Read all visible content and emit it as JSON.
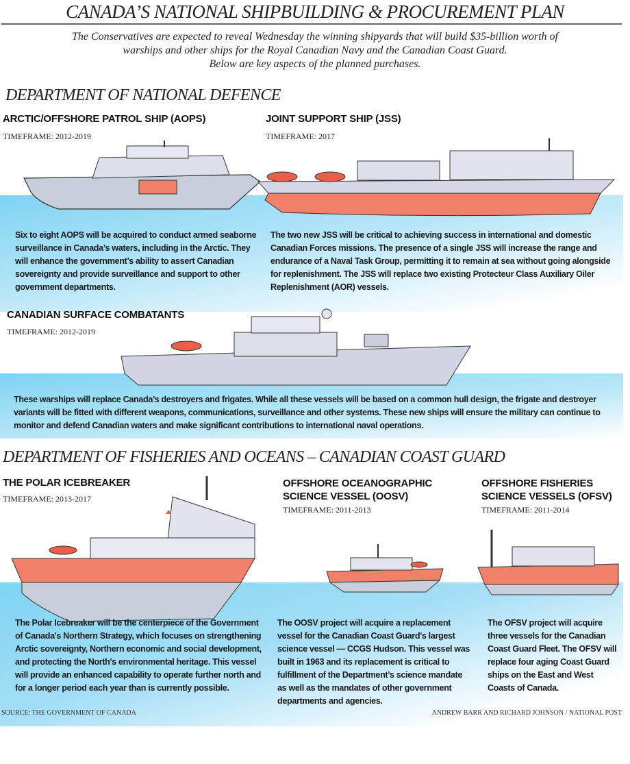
{
  "title": "CANADA’S NATIONAL SHIPBUILDING & PROCUREMENT PLAN",
  "intro": {
    "line1": "The Conservatives are expected to reveal Wednesday the winning shipyards that will build $35-billion worth of",
    "line2": "warships and other ships for the Royal Canadian Navy and the Canadian Coast Guard.",
    "line3": "Below are key aspects of the planned purchases."
  },
  "colors": {
    "water": "#7fd3f3",
    "hull_red": "#f0806a",
    "ship_grey": "#d4d8e6"
  },
  "defence": {
    "heading": "DEPARTMENT OF NATIONAL DEFENCE",
    "aops": {
      "title": "ARCTIC/OFFSHORE PATROL SHIP (AOPS)",
      "timeframe": "TIMEFRAME: 2012-2019",
      "text": "Six to eight AOPS will be acquired to conduct armed seaborne surveillance in Canada’s waters, including in the Arctic. They will enhance the government’s ability to assert Canadian sovereignty and provide surveillance and support to other government departments."
    },
    "jss": {
      "title": "JOINT SUPPORT SHIP (JSS)",
      "timeframe": "TIMEFRAME: 2017",
      "text": "The two new JSS will be critical to achieving success in international and domestic Canadian Forces missions. The presence of a single JSS will increase the range and endurance of a Naval Task Group, permitting it to remain at sea without going alongside for replenishment.  The JSS will replace two existing Protecteur Class Auxiliary Oiler Replenishment (AOR) vessels."
    },
    "csc": {
      "title": "CANADIAN SURFACE COMBATANTS",
      "timeframe": "TIMEFRAME: 2012-2019",
      "text": "These warships will replace Canada’s destroyers and frigates. While all these vessels will be based on a common hull design, the frigate and destroyer variants will be fitted with different weapons, communications, surveillance and other systems.  These new ships will ensure the military can continue to monitor and defend Canadian waters and make significant contributions to international naval operations."
    }
  },
  "fisheries": {
    "heading": "DEPARTMENT OF FISHERIES AND OCEANS – CANADIAN COAST GUARD",
    "polar": {
      "title": "THE POLAR ICEBREAKER",
      "timeframe": "TIMEFRAME: 2013-2017",
      "text": "The Polar Icebreaker will be the centerpiece of the Government of Canada's Northern Strategy, which focuses on strengthening  Arctic sovereignty, Northern economic and social development, and protecting the North's environmental heritage. This vessel will provide an enhanced capability to operate further north and for a longer period each year than is currently possible."
    },
    "oosv": {
      "title_line1": "OFFSHORE OCEANOGRAPHIC",
      "title_line2": "SCIENCE VESSEL (OOSV)",
      "timeframe": "TIMEFRAME: 2011-2013",
      "text": "The OOSV project will acquire a replacement vessel for the Canadian Coast Guard's largest science vessel — CCGS Hudson. This vessel was built in 1963 and its replacement is critical to fulfillment of the Department’s science mandate as well as the mandates of other government departments and agencies."
    },
    "ofsv": {
      "title_line1": "OFFSHORE FISHERIES",
      "title_line2": "SCIENCE VESSELS (OFSV)",
      "timeframe": "TIMEFRAME: 2011-2014",
      "text": "The OFSV project will acquire three vessels for the Canadian Coast Guard Fleet. The OFSV will replace four aging Coast Guard ships on the East and West Coasts of Canada."
    }
  },
  "source": "SOURCE: THE GOVERNMENT OF CANADA",
  "credit": "ANDREW BARR AND RICHARD JOHNSON / NATIONAL POST"
}
